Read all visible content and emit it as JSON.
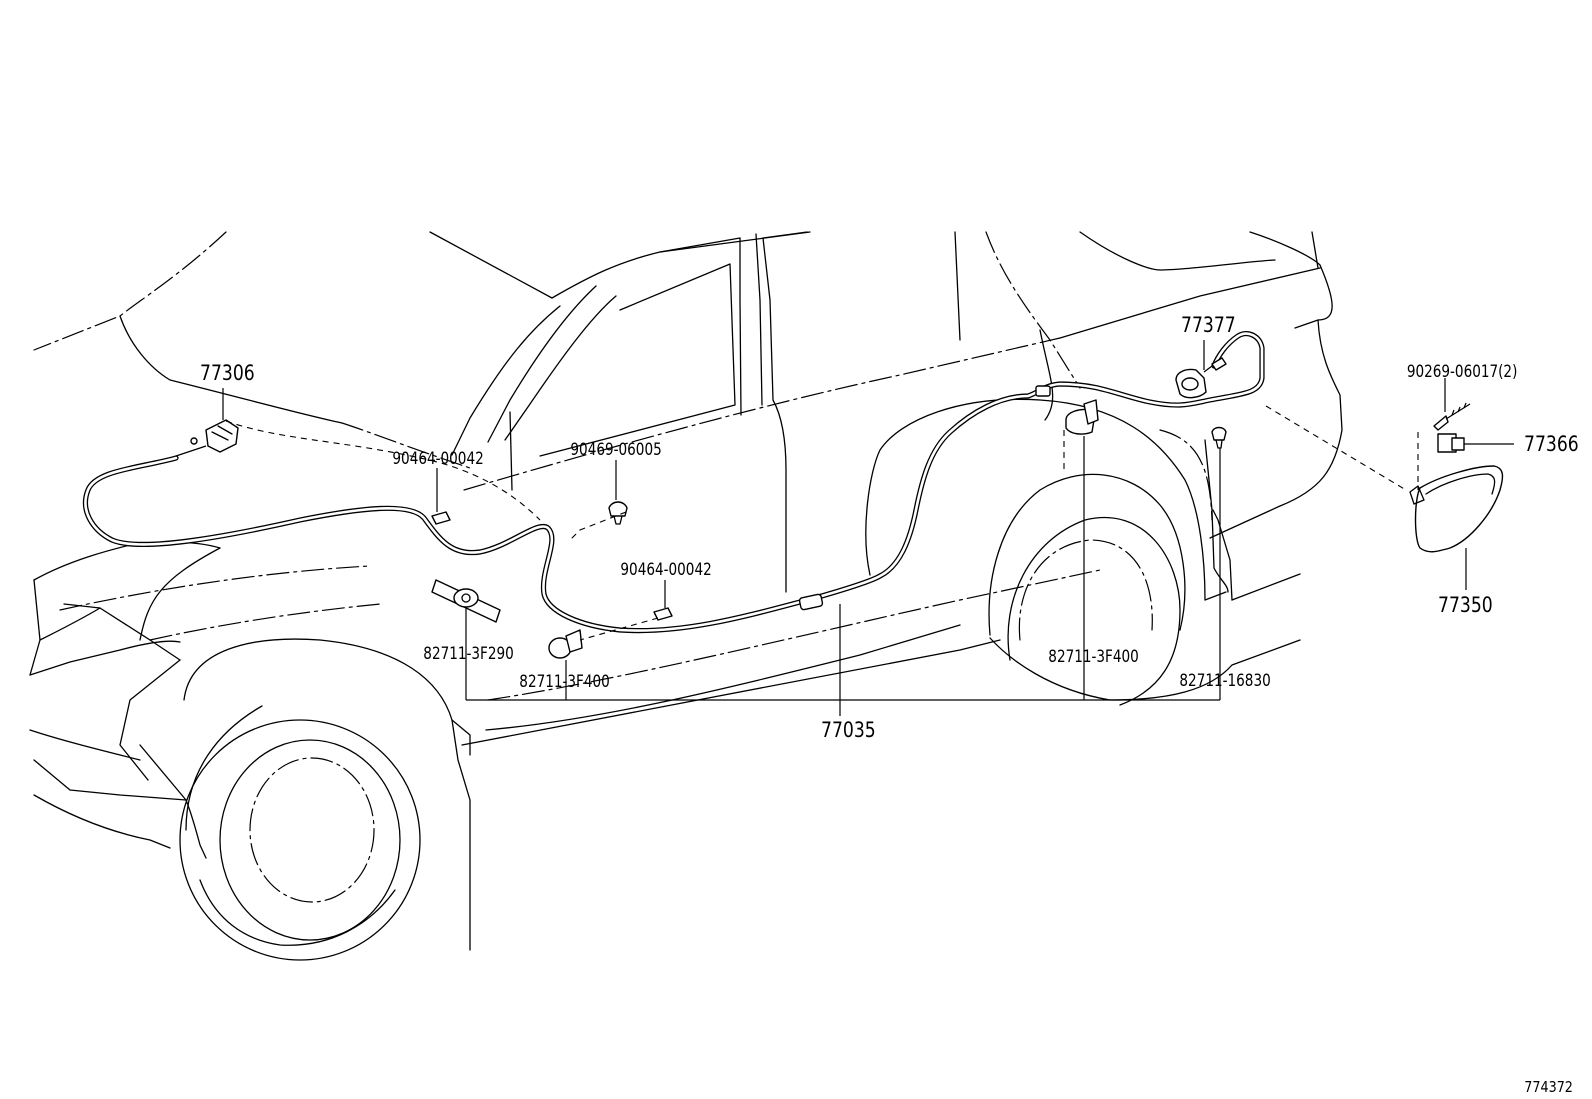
{
  "labels": {
    "p77306": "77306",
    "p77377": "77377",
    "p90269": "90269-06017(2)",
    "p77366": "77366",
    "p77350": "77350",
    "p90464_a": "90464-00042",
    "p90469": "90469-06005",
    "p90464_b": "90464-00042",
    "p82711_3F290": "82711-3F290",
    "p82711_3F400_a": "82711-3F400",
    "p82711_3F400_b": "82711-3F400",
    "p82711_16830": "82711-16830",
    "p77035": "77035",
    "diagram_id": "774372"
  },
  "icons": {
    "release_lever": "fuel-lid-release-lever-icon",
    "lock_actuator": "fuel-lid-lock-icon",
    "fuel_lid": "fuel-filler-lid-icon",
    "clamp": "cable-clamp-icon",
    "clip": "clip-icon",
    "screw": "screw-icon"
  },
  "colors": {
    "line": "#000000",
    "background": "#ffffff"
  }
}
